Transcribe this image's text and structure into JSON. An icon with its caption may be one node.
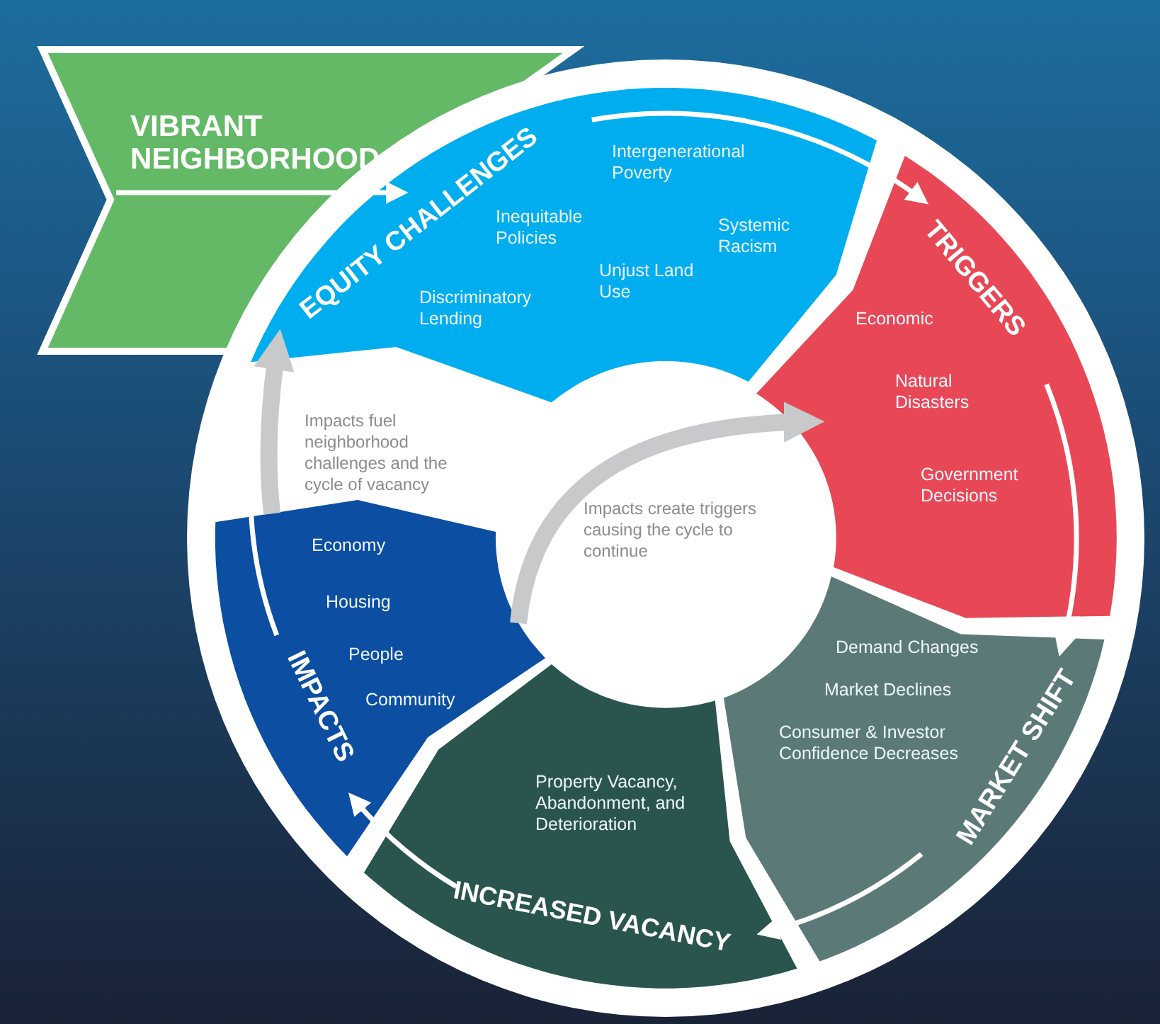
{
  "diagram": {
    "nodes": [
      {
        "text": [
          "VIBRANT NEIGHBORHOOD"
        ]
      },
      {
        "text": [
          "EQUITY CHALLENGES",
          "Intergenerational Poverty",
          "Inequitable Policies",
          "Systemic Racism",
          "Discriminatory Lending",
          "Unjust Land Use"
        ]
      },
      {
        "text": [
          "TRIGGERS",
          "Economic",
          "Natural Disasters",
          "Government Decisions"
        ]
      },
      {
        "text": [
          "MARKET SHIFT",
          "Demand Changes",
          "Market Declines",
          "Consumer & Investor Confidence Decreases"
        ]
      },
      {
        "text": [
          "INCREASED VACANCY",
          "Property Vacancy, Abandonment, and Deterioration"
        ]
      },
      {
        "text": [
          "IMPACTS",
          "Economy",
          "Housing",
          "People",
          "Community"
        ]
      }
    ],
    "edges": [
      {
        "from": 0,
        "to": 1,
        "arrow": "to"
      },
      {
        "from": 1,
        "to": 2,
        "arrow": "to"
      },
      {
        "from": 2,
        "to": 3,
        "arrow": "to"
      },
      {
        "from": 3,
        "to": 4,
        "arrow": "to"
      },
      {
        "from": 4,
        "to": 5,
        "arrow": "to"
      },
      {
        "from": 5,
        "to": 1,
        "arrow": "to"
      },
      {
        "from": 5,
        "to": 1,
        "arrow": "to",
        "style": "thick",
        "color": "#c8c9cb"
      },
      {
        "from": 5,
        "to": 2,
        "arrow": "to",
        "style": "thick",
        "color": "#c8c9cb"
      }
    ],
    "labels": [
      "Impacts fuel neighborhood challenges and the cycle of vacancy",
      "Impacts create triggers causing the cycle to continue"
    ]
  }
}
